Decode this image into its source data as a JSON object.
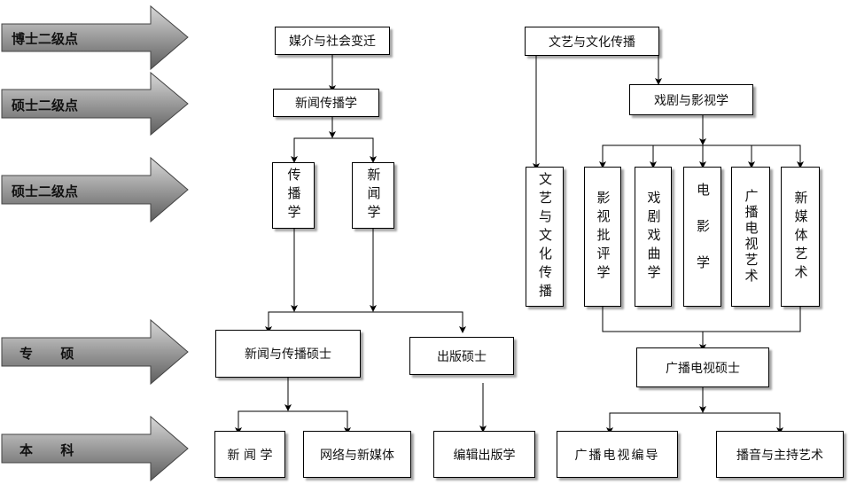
{
  "levels": {
    "boshi": "博士二级点",
    "shuoshi_1": "硕士二级点",
    "shuoshi_2": "硕士二级点",
    "zhuanshuo": "专      硕",
    "benke": "本      科"
  },
  "nodes": {
    "meijie": "媒介与社会变迁",
    "wenyi_top": "文艺与文化传播",
    "xinwen_chuanbo": "新闻传播学",
    "xiju_yingshi": "戏剧与影视学",
    "chuanbo": "传播学",
    "xinwen": "新闻学",
    "wenyi_v": "文艺与文化传播",
    "yingshi_piping": "影视批评学",
    "xiju_xiqu": "戏剧戏曲学",
    "dianying": "电影学",
    "guangbo_dianshi_yishu": "广播电视艺术",
    "xinmeiti_yishu": "新媒体艺术",
    "xinwen_chuanbo_shuoshi": "新闻与传播硕士",
    "chuban_shuoshi": "出版硕士",
    "guangbo_shuoshi": "广播电视硕士",
    "xinwenxue_bk": "新 闻 学",
    "wangluo": "网络与新媒体",
    "bianji": "编辑出版学",
    "guangbo_biandao": "广播电视编导",
    "boyin": "播音与主持艺术"
  }
}
